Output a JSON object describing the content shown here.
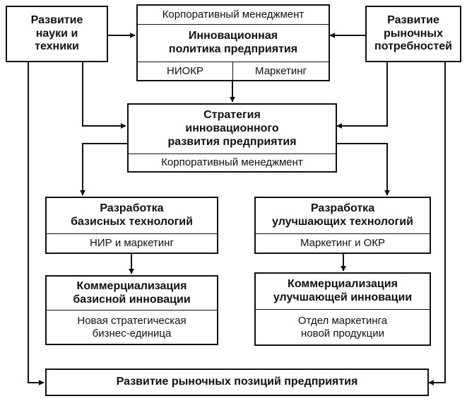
{
  "diagram": {
    "science": "Развитие\nнауки и\nтехники",
    "market_needs": "Развитие\nрыночных\nпотребностей",
    "policy": {
      "top": "Корпоративный менеджмент",
      "title": "Инновационная\nполитика предприятия",
      "left": "НИОКР",
      "right": "Маркетинг"
    },
    "strategy": {
      "title": "Стратегия\nинновационного\nразвития предприятия",
      "sub": "Корпоративный менеджмент"
    },
    "basic_dev": {
      "title": "Разработка\nбазисных технологий",
      "sub": "НИР и маркетинг"
    },
    "improve_dev": {
      "title": "Разработка\nулучшающих технологий",
      "sub": "Маркетинг и ОКР"
    },
    "basic_comm": {
      "title": "Коммерциализация\nбазисной инновации",
      "sub": "Новая стратегическая\nбизнес-единица"
    },
    "improve_comm": {
      "title": "Коммерциализация\nулучшающей инновации",
      "sub": "Отдел маркетинга\nновой продукции"
    },
    "market_position": "Развитие рыночных позиций предприятия"
  }
}
